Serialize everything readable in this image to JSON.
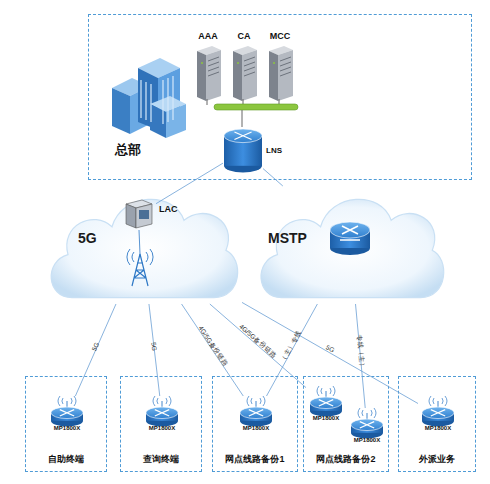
{
  "diagram": {
    "nodes": [
      {
        "text": [
          "总部"
        ]
      },
      {
        "text": [
          "AAA"
        ],
        "in": 0
      },
      {
        "text": [
          "CA"
        ],
        "in": 0
      },
      {
        "text": [
          "MCC"
        ],
        "in": 0
      },
      {
        "text": [
          "LNS"
        ],
        "in": 0
      },
      {
        "text": [
          "5G"
        ]
      },
      {
        "text": [
          "LAC"
        ],
        "in": 5
      },
      {
        "text": [
          "MSTP"
        ]
      },
      {
        "text": [
          "自助终端"
        ]
      },
      {
        "text": [
          "MP1800X"
        ],
        "in": 8
      },
      {
        "text": [
          "查询终端"
        ]
      },
      {
        "text": [
          "MP1800X"
        ],
        "in": 10
      },
      {
        "text": [
          "网点线路备份1"
        ]
      },
      {
        "text": [
          "MP1800X"
        ],
        "in": 12
      },
      {
        "text": [
          "网点线路备份2"
        ]
      },
      {
        "text": [
          "MP1800X"
        ],
        "in": 14
      },
      {
        "text": [
          "MP1800X"
        ],
        "in": 14
      },
      {
        "text": [
          "外派业务"
        ]
      },
      {
        "text": [
          "MP1800X"
        ],
        "in": 17
      }
    ],
    "edges": [
      {
        "from": 4,
        "to": 6,
        "arrow": "none"
      },
      {
        "from": 4,
        "to": 7,
        "arrow": "none"
      },
      {
        "from": 5,
        "to": 9,
        "label": "5G",
        "arrow": "none"
      },
      {
        "from": 5,
        "to": 11,
        "label": "5G",
        "arrow": "none"
      },
      {
        "from": 5,
        "to": 13,
        "label": "4G/5G备份链路",
        "arrow": "none"
      },
      {
        "from": 5,
        "to": 15,
        "label": "4G/5G备份链路",
        "arrow": "none"
      },
      {
        "from": 5,
        "to": 18,
        "label": "5G",
        "arrow": "none"
      },
      {
        "from": 7,
        "to": 13,
        "label": "（主）专线",
        "arrow": "none"
      },
      {
        "from": 7,
        "to": 16,
        "label": "专线（主）",
        "arrow": "none"
      }
    ]
  }
}
